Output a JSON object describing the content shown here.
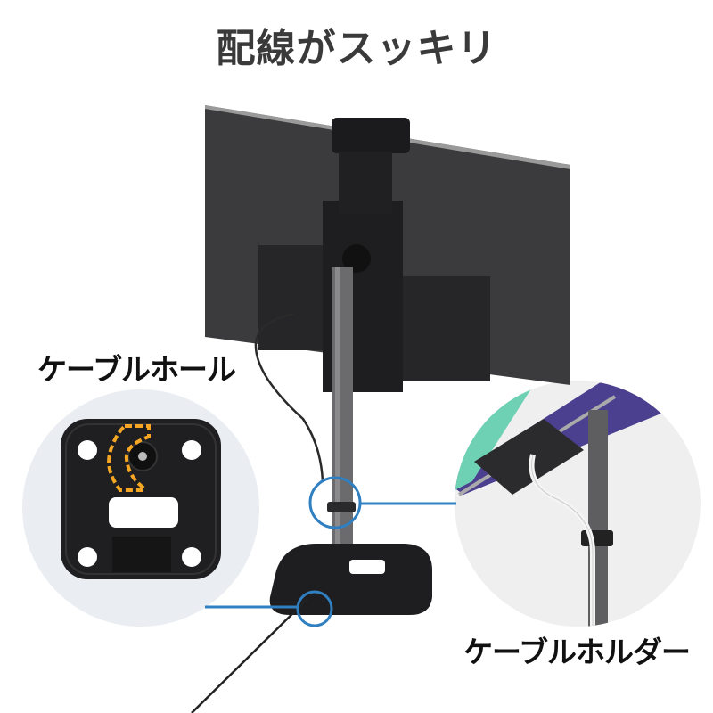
{
  "title": "配線がスッキリ",
  "callouts": [
    {
      "label": "ケーブルホール",
      "position": "left"
    },
    {
      "label": "ケーブルホルダー",
      "position": "right"
    }
  ],
  "colors": {
    "title_text": "#3a3a3a",
    "label_text": "#111111",
    "callout_ring": "#2f7fc1",
    "highlight_dashed": "#f5a623",
    "bubble_left_bg": "#eaeef2",
    "bubble_right_bg": "#efefef",
    "monitor": "#3b3b3d",
    "base": "#1e1e20",
    "pole": "#6b6b6d"
  }
}
